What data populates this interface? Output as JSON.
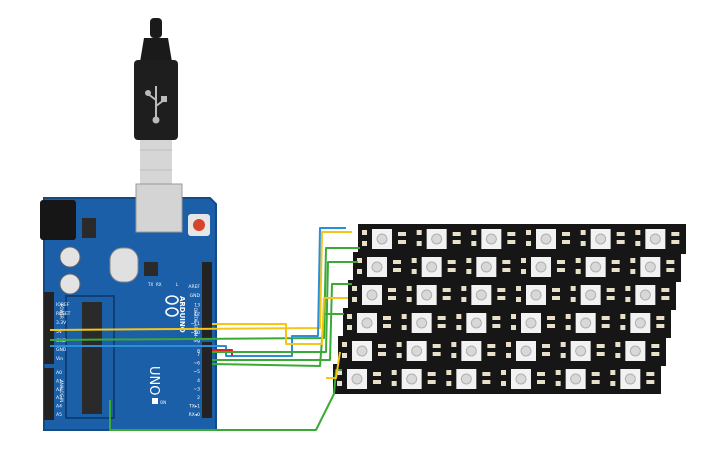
{
  "colors": {
    "board": "#1b5fa8",
    "board_edge": "#124a86",
    "header": "#232323",
    "chip": "#2a2a2a",
    "usb_cable": "#1a1a1a",
    "usb_plug": "#cfcfcf",
    "strip": "#161616",
    "led": "#f2f2f2",
    "pad": "#e8e0c8",
    "reset_button": "#d8432c",
    "wire_red": "#e02020",
    "wire_yellow": "#f5c518",
    "wire_green": "#3aaa35",
    "wire_blue": "#2d8ed8"
  },
  "icons": [
    "usb-icon",
    "arduino-logo-icon"
  ],
  "board": {
    "brand": "ARDUINO",
    "model": "UNO",
    "on_label": "ON",
    "analog_in_label": "ANALOG IN",
    "power_label": "POWER",
    "digital_label": "DIGITAL (PWM~)",
    "tx_label": "TX",
    "rx_label": "RX",
    "l_label": "L",
    "power_pins": [
      "IOREF",
      "RESET",
      "3.3V",
      "5V",
      "GND",
      "GND",
      "Vin"
    ],
    "analog_pins": [
      "A0",
      "A1",
      "A2",
      "A3",
      "A4",
      "A5"
    ],
    "top_pins": [
      "AREF",
      "GND",
      "13",
      "12",
      "~11",
      "~10",
      "~9",
      "8"
    ],
    "bottom_pins": [
      "7",
      "~6",
      "~5",
      "4",
      "~3",
      "2",
      "TX▸1",
      "RX◂0"
    ]
  },
  "matrix": {
    "rows": 6,
    "leds_per_row": 6
  }
}
